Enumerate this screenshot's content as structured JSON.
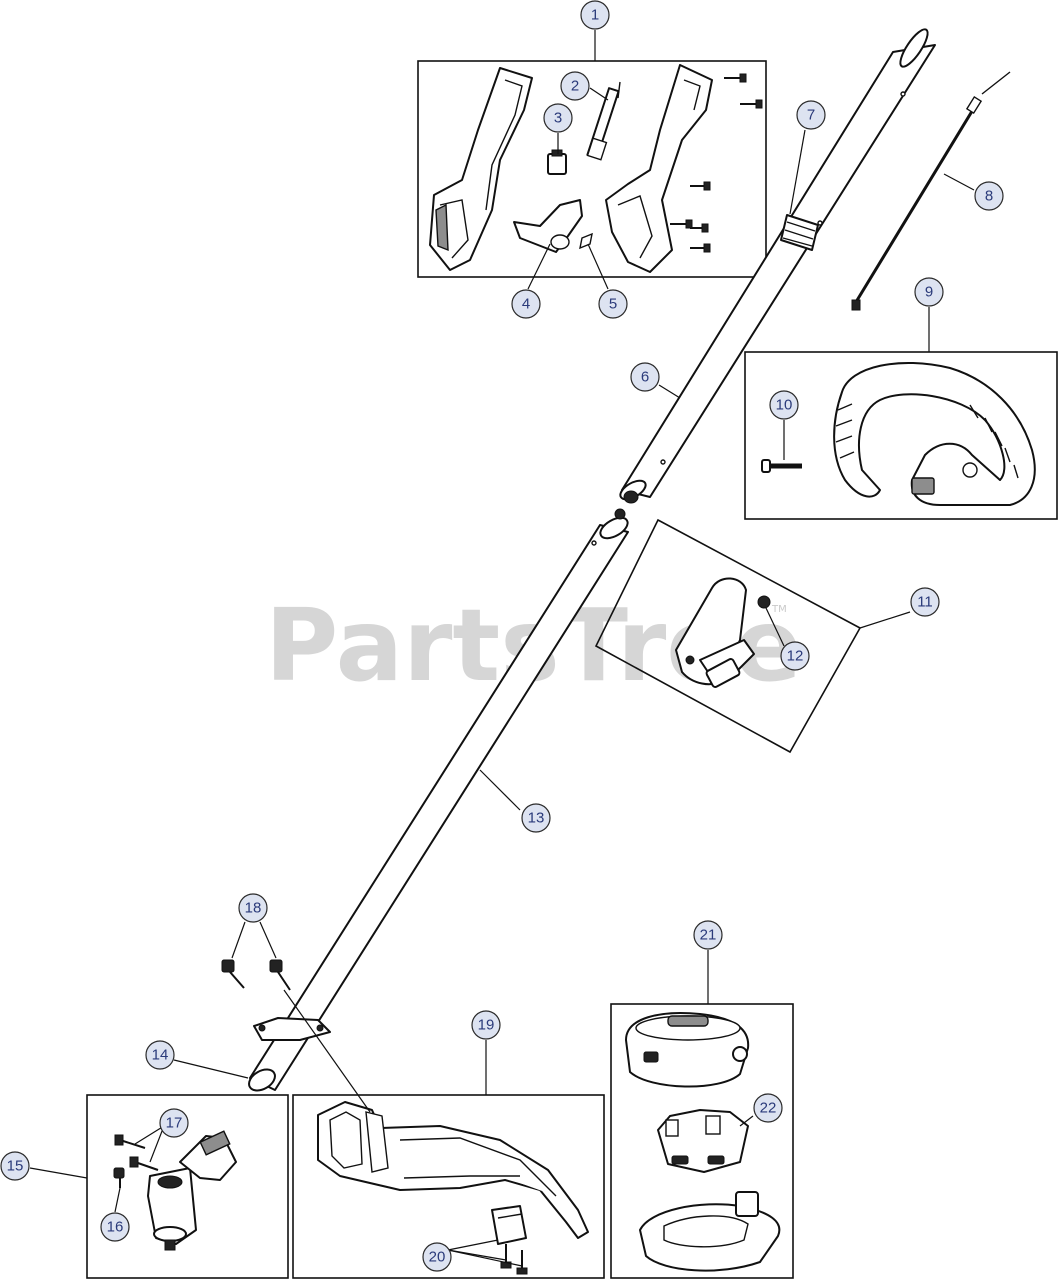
{
  "watermark": {
    "text": "PartsTree",
    "trademark": "TM"
  },
  "callouts": [
    {
      "id": "1",
      "label": "1"
    },
    {
      "id": "2",
      "label": "2"
    },
    {
      "id": "3",
      "label": "3"
    },
    {
      "id": "4",
      "label": "4"
    },
    {
      "id": "5",
      "label": "5"
    },
    {
      "id": "6",
      "label": "6"
    },
    {
      "id": "7",
      "label": "7"
    },
    {
      "id": "8",
      "label": "8"
    },
    {
      "id": "9",
      "label": "9"
    },
    {
      "id": "10",
      "label": "10"
    },
    {
      "id": "11",
      "label": "11"
    },
    {
      "id": "12",
      "label": "12"
    },
    {
      "id": "13",
      "label": "13"
    },
    {
      "id": "14",
      "label": "14"
    },
    {
      "id": "15",
      "label": "15"
    },
    {
      "id": "16",
      "label": "16"
    },
    {
      "id": "17",
      "label": "17"
    },
    {
      "id": "18",
      "label": "18"
    },
    {
      "id": "19",
      "label": "19"
    },
    {
      "id": "20",
      "label": "20"
    },
    {
      "id": "21",
      "label": "21"
    },
    {
      "id": "22",
      "label": "22"
    }
  ]
}
